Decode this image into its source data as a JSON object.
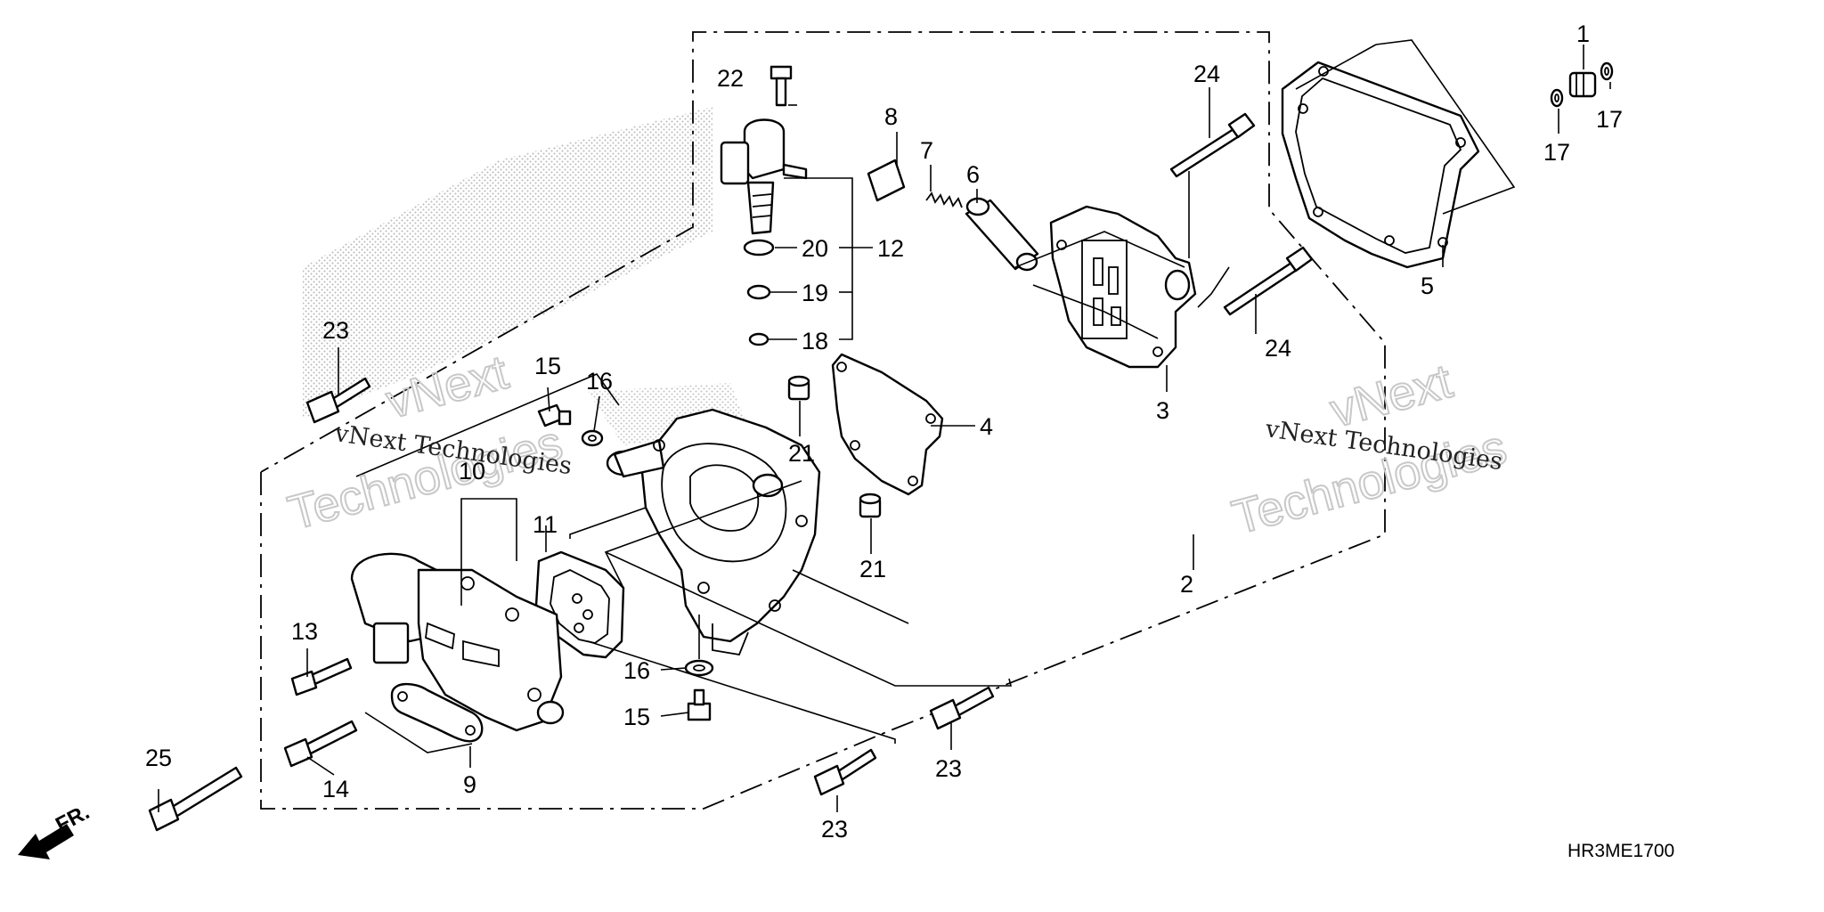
{
  "diagram": {
    "drawing_code": "HR3ME1700",
    "direction_label": "FR.",
    "watermark_small": "vNext Technologies",
    "watermark_big_top": "vNext",
    "watermark_big_bottom": "Technologies",
    "callouts": {
      "c1": "1",
      "c2": "2",
      "c3": "3",
      "c4": "4",
      "c5": "5",
      "c6": "6",
      "c7": "7",
      "c8": "8",
      "c9": "9",
      "c10": "10",
      "c11": "11",
      "c12": "12",
      "c13": "13",
      "c14": "14",
      "c15a": "15",
      "c15b": "15",
      "c16a": "16",
      "c16b": "16",
      "c17a": "17",
      "c17b": "17",
      "c18": "18",
      "c19": "19",
      "c20": "20",
      "c21a": "21",
      "c21b": "21",
      "c22": "22",
      "c23a": "23",
      "c23b": "23",
      "c23c": "23",
      "c24a": "24",
      "c24b": "24",
      "c25": "25"
    }
  }
}
